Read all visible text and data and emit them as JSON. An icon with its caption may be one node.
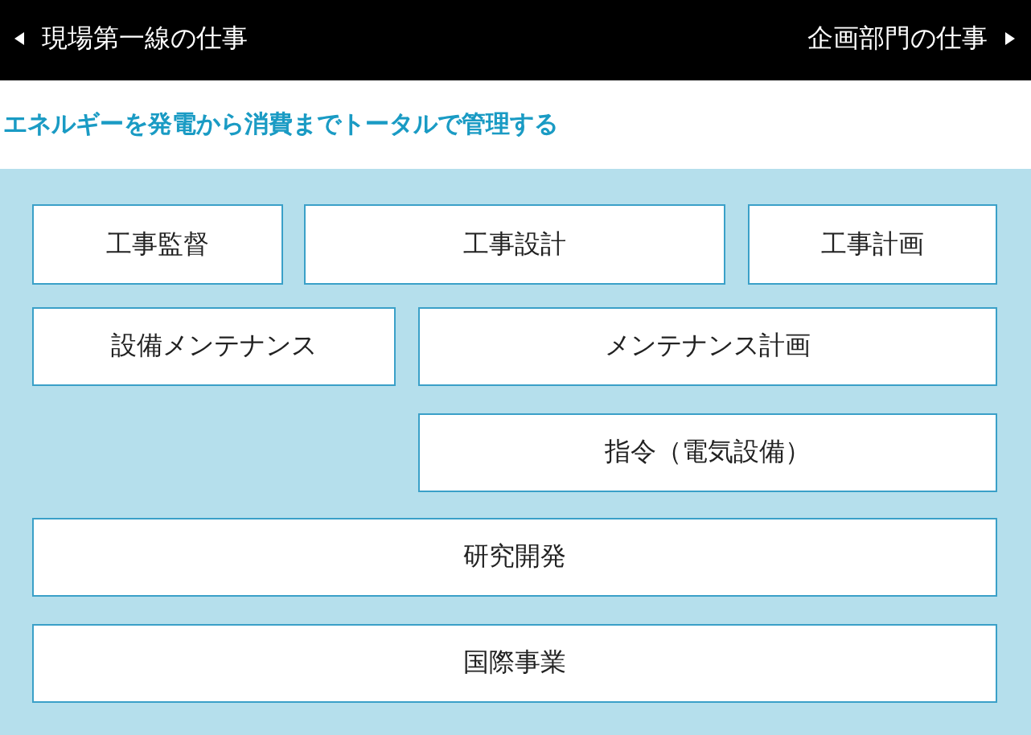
{
  "diagram": {
    "title": "エネルギーを発電から消費までトータルで管理する",
    "nodes": [
      {
        "text": [
          "工事監督"
        ]
      },
      {
        "text": [
          "工事設計"
        ]
      },
      {
        "text": [
          "工事計画"
        ]
      },
      {
        "text": [
          "設備メンテナンス"
        ]
      },
      {
        "text": [
          "メンテナンス計画"
        ]
      },
      {
        "text": [
          "指令（電気設備）"
        ]
      },
      {
        "text": [
          "研究開発"
        ]
      },
      {
        "text": [
          "国際事業"
        ]
      }
    ],
    "edges": [],
    "labels": [
      "現場第一線の仕事",
      "企画部門の仕事"
    ]
  }
}
